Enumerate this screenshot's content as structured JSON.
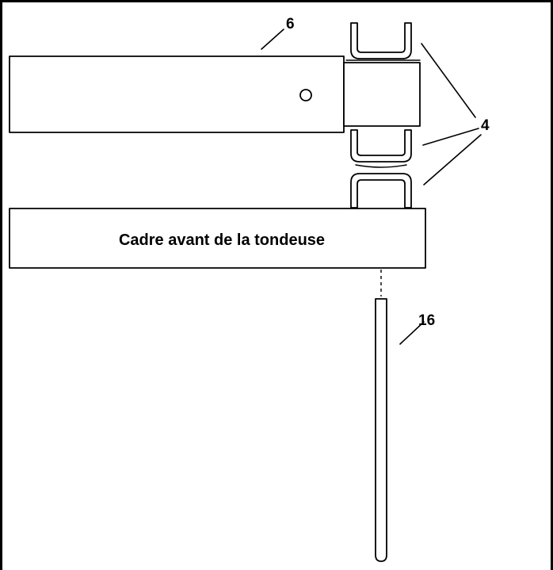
{
  "diagram": {
    "callouts": {
      "tube": "6",
      "clips": "4",
      "rod": "16"
    },
    "frame_caption": "Cadre avant de la tondeuse"
  }
}
